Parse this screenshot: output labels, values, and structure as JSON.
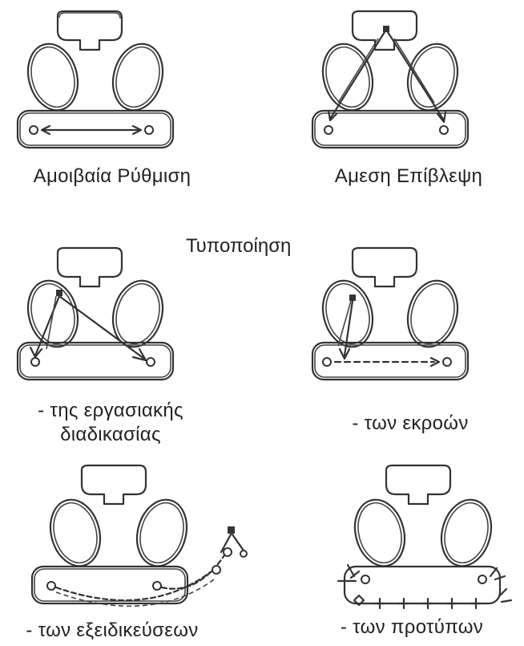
{
  "captions": {
    "mutual_adjustment": "Αμοιβαία Ρύθμιση",
    "direct_supervision": "Αμεση Επίβλεψη",
    "standardization": "Τυποποίηση",
    "work_process_line1": "- της εργασιακής",
    "work_process_line2": "διαδικασίας",
    "outputs": "- των εκροών",
    "skills": "- των εξειδικεύσεων",
    "norms": "- των προτύπων"
  }
}
